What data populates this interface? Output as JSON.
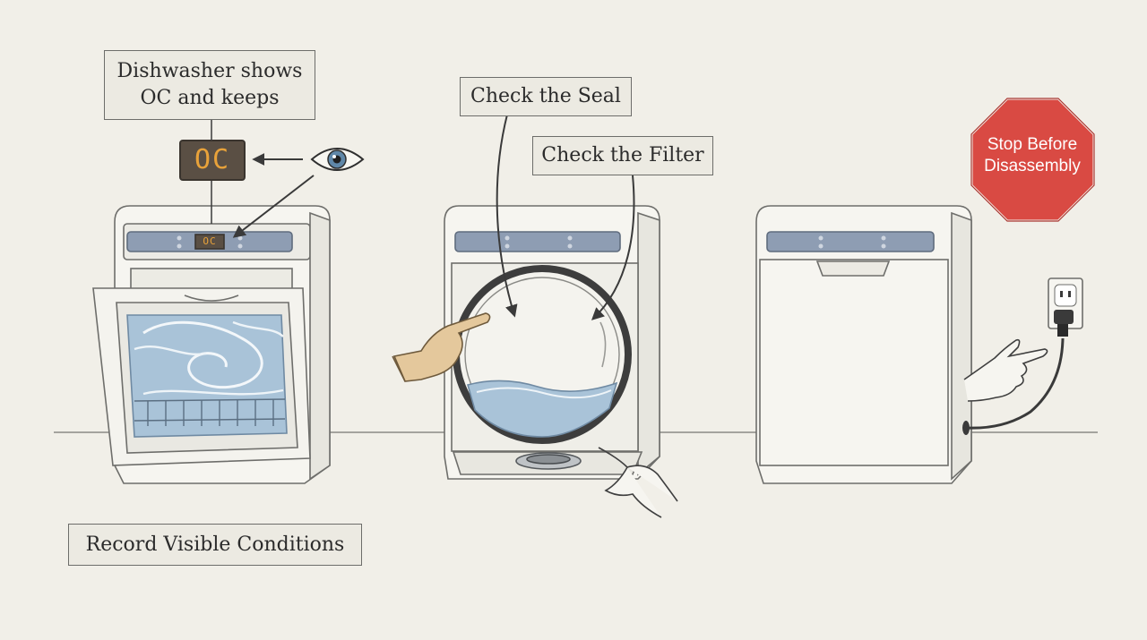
{
  "labels": {
    "dishwasher_shows": "Dishwasher shows OC and keeps",
    "check_seal": "Check the Seal",
    "check_filter": "Check the Filter",
    "record_conditions": "Record Visible Conditions",
    "stop_sign": "Stop Before Disassembly"
  },
  "display": {
    "large_code": "OC",
    "small_code": "OC"
  },
  "colors": {
    "background": "#f1efe8",
    "stop_red": "#d94a43",
    "display_orange": "#e8a23a",
    "panel_blue": "#8e9db3",
    "water_blue": "#a9c3d8",
    "glove_tan": "#e4c89c"
  },
  "icons": [
    "eye-icon",
    "stop-sign-icon",
    "power-outlet-icon",
    "pointing-hand-icon"
  ]
}
